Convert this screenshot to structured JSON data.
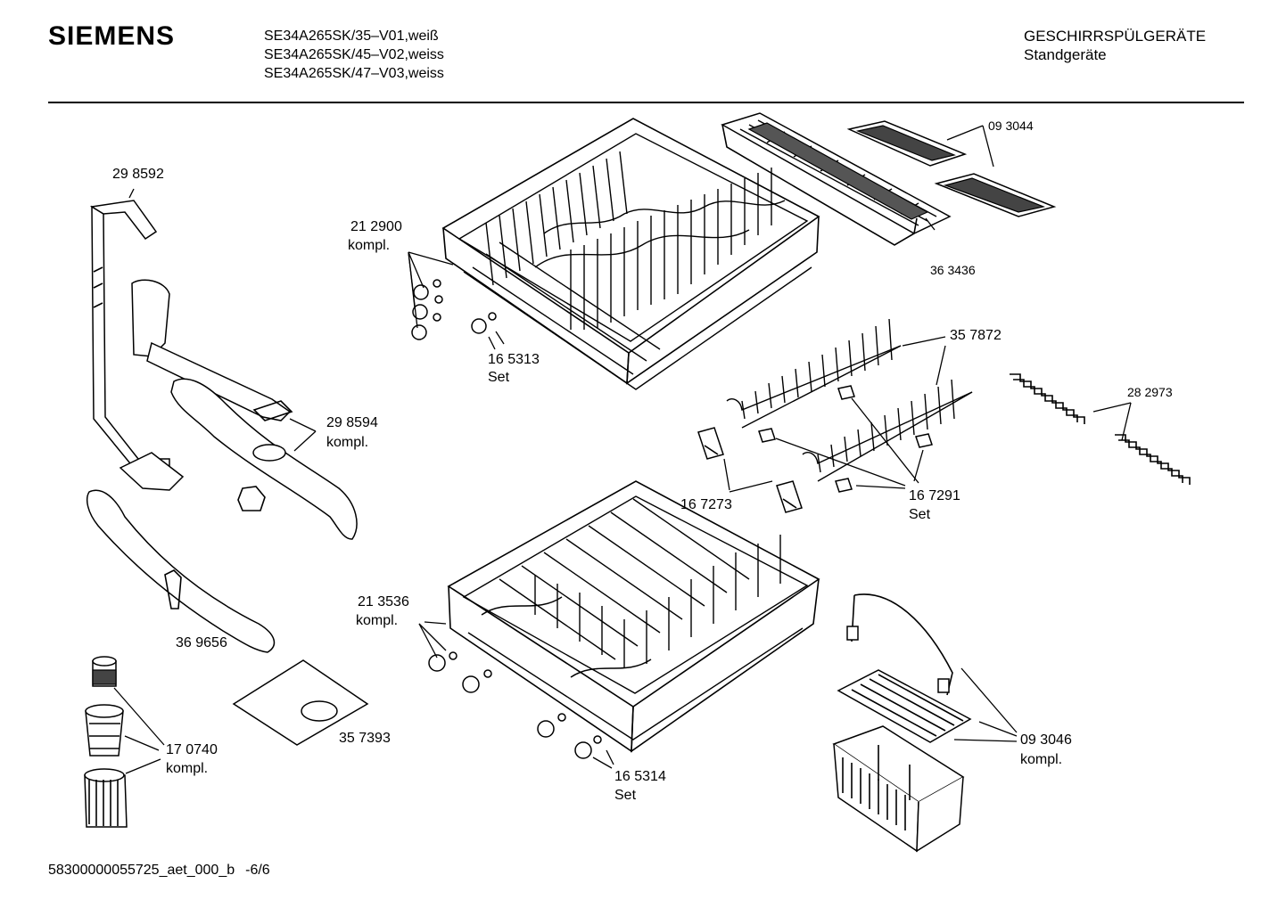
{
  "header": {
    "brand": "SIEMENS",
    "models": [
      "SE34A265SK/35–V01,weiß",
      "SE34A265SK/45–V02,weiss",
      "SE34A265SK/47–V03,weiss"
    ],
    "category": "GESCHIRRSPÜLGERÄTE",
    "subcategory": "Standgeräte"
  },
  "parts": {
    "p298592": "29 8592",
    "p212900": "21 2900",
    "p212900_sub": "kompl.",
    "p165313": "16 5313",
    "p165313_sub": "Set",
    "p093044": "09 3044",
    "p363436": "36  3436",
    "p357872": "35 7872",
    "p282973": "28 2973",
    "p298594": "29 8594",
    "p298594_sub": "kompl.",
    "p167273": "16 7273",
    "p167291": "16 7291",
    "p167291_sub": "Set",
    "p369656": "36 9656",
    "p213536": "21 3536",
    "p213536_sub": "kompl.",
    "p357393": "35 7393",
    "p170740": "17 0740",
    "p170740_sub": "kompl.",
    "p093046": "09 3046",
    "p093046_sub": "kompl.",
    "p165314": "16 5314",
    "p165314_sub": "Set"
  },
  "footer": {
    "doc_id": "58300000055725_aet_000_b",
    "page": "-6/6"
  }
}
